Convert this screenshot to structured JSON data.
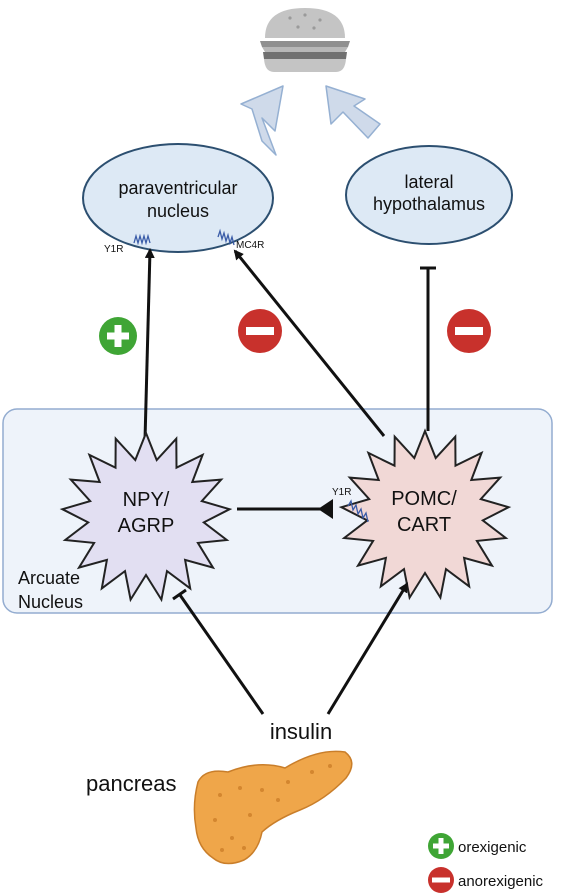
{
  "nodes": {
    "food": {
      "icon": "hamburger-icon"
    },
    "pvn": {
      "label_line1": "paraventricular",
      "label_line2": "nucleus"
    },
    "lh": {
      "label_line1": "lateral",
      "label_line2": "hypothalamus"
    },
    "arcuate": {
      "label_line1": "Arcuate",
      "label_line2": "Nucleus"
    },
    "npy": {
      "label_line1": "NPY/",
      "label_line2": "AGRP"
    },
    "pomc": {
      "label_line1": "POMC/",
      "label_line2": "CART"
    },
    "insulin": {
      "label": "insulin"
    },
    "pancreas": {
      "label": "pancreas",
      "icon": "pancreas-icon"
    }
  },
  "receptors": {
    "y1r_pvn": "Y1R",
    "mc4r_pvn": "MC4R",
    "y1r_pomc": "Y1R"
  },
  "effects": {
    "npy_to_pvn": "plus-icon",
    "pomc_to_pvn": "minus-icon",
    "pomc_to_lh": "minus-icon"
  },
  "legend": {
    "orexigenic": "orexigenic",
    "anorexigenic": "anorexigenic"
  },
  "colors": {
    "orexigenic": "#3fa535",
    "anorexigenic": "#c8312c",
    "ellipse_fill": "#dde9f5",
    "ellipse_stroke": "#2c4f70",
    "arcuate_fill": "#eef3fa",
    "arcuate_stroke": "#93acd0",
    "npy_fill": "#e2dff2",
    "pomc_fill": "#f1d8d6",
    "pancreas": "#efa64a",
    "food_arrow": "#cfdaea"
  }
}
